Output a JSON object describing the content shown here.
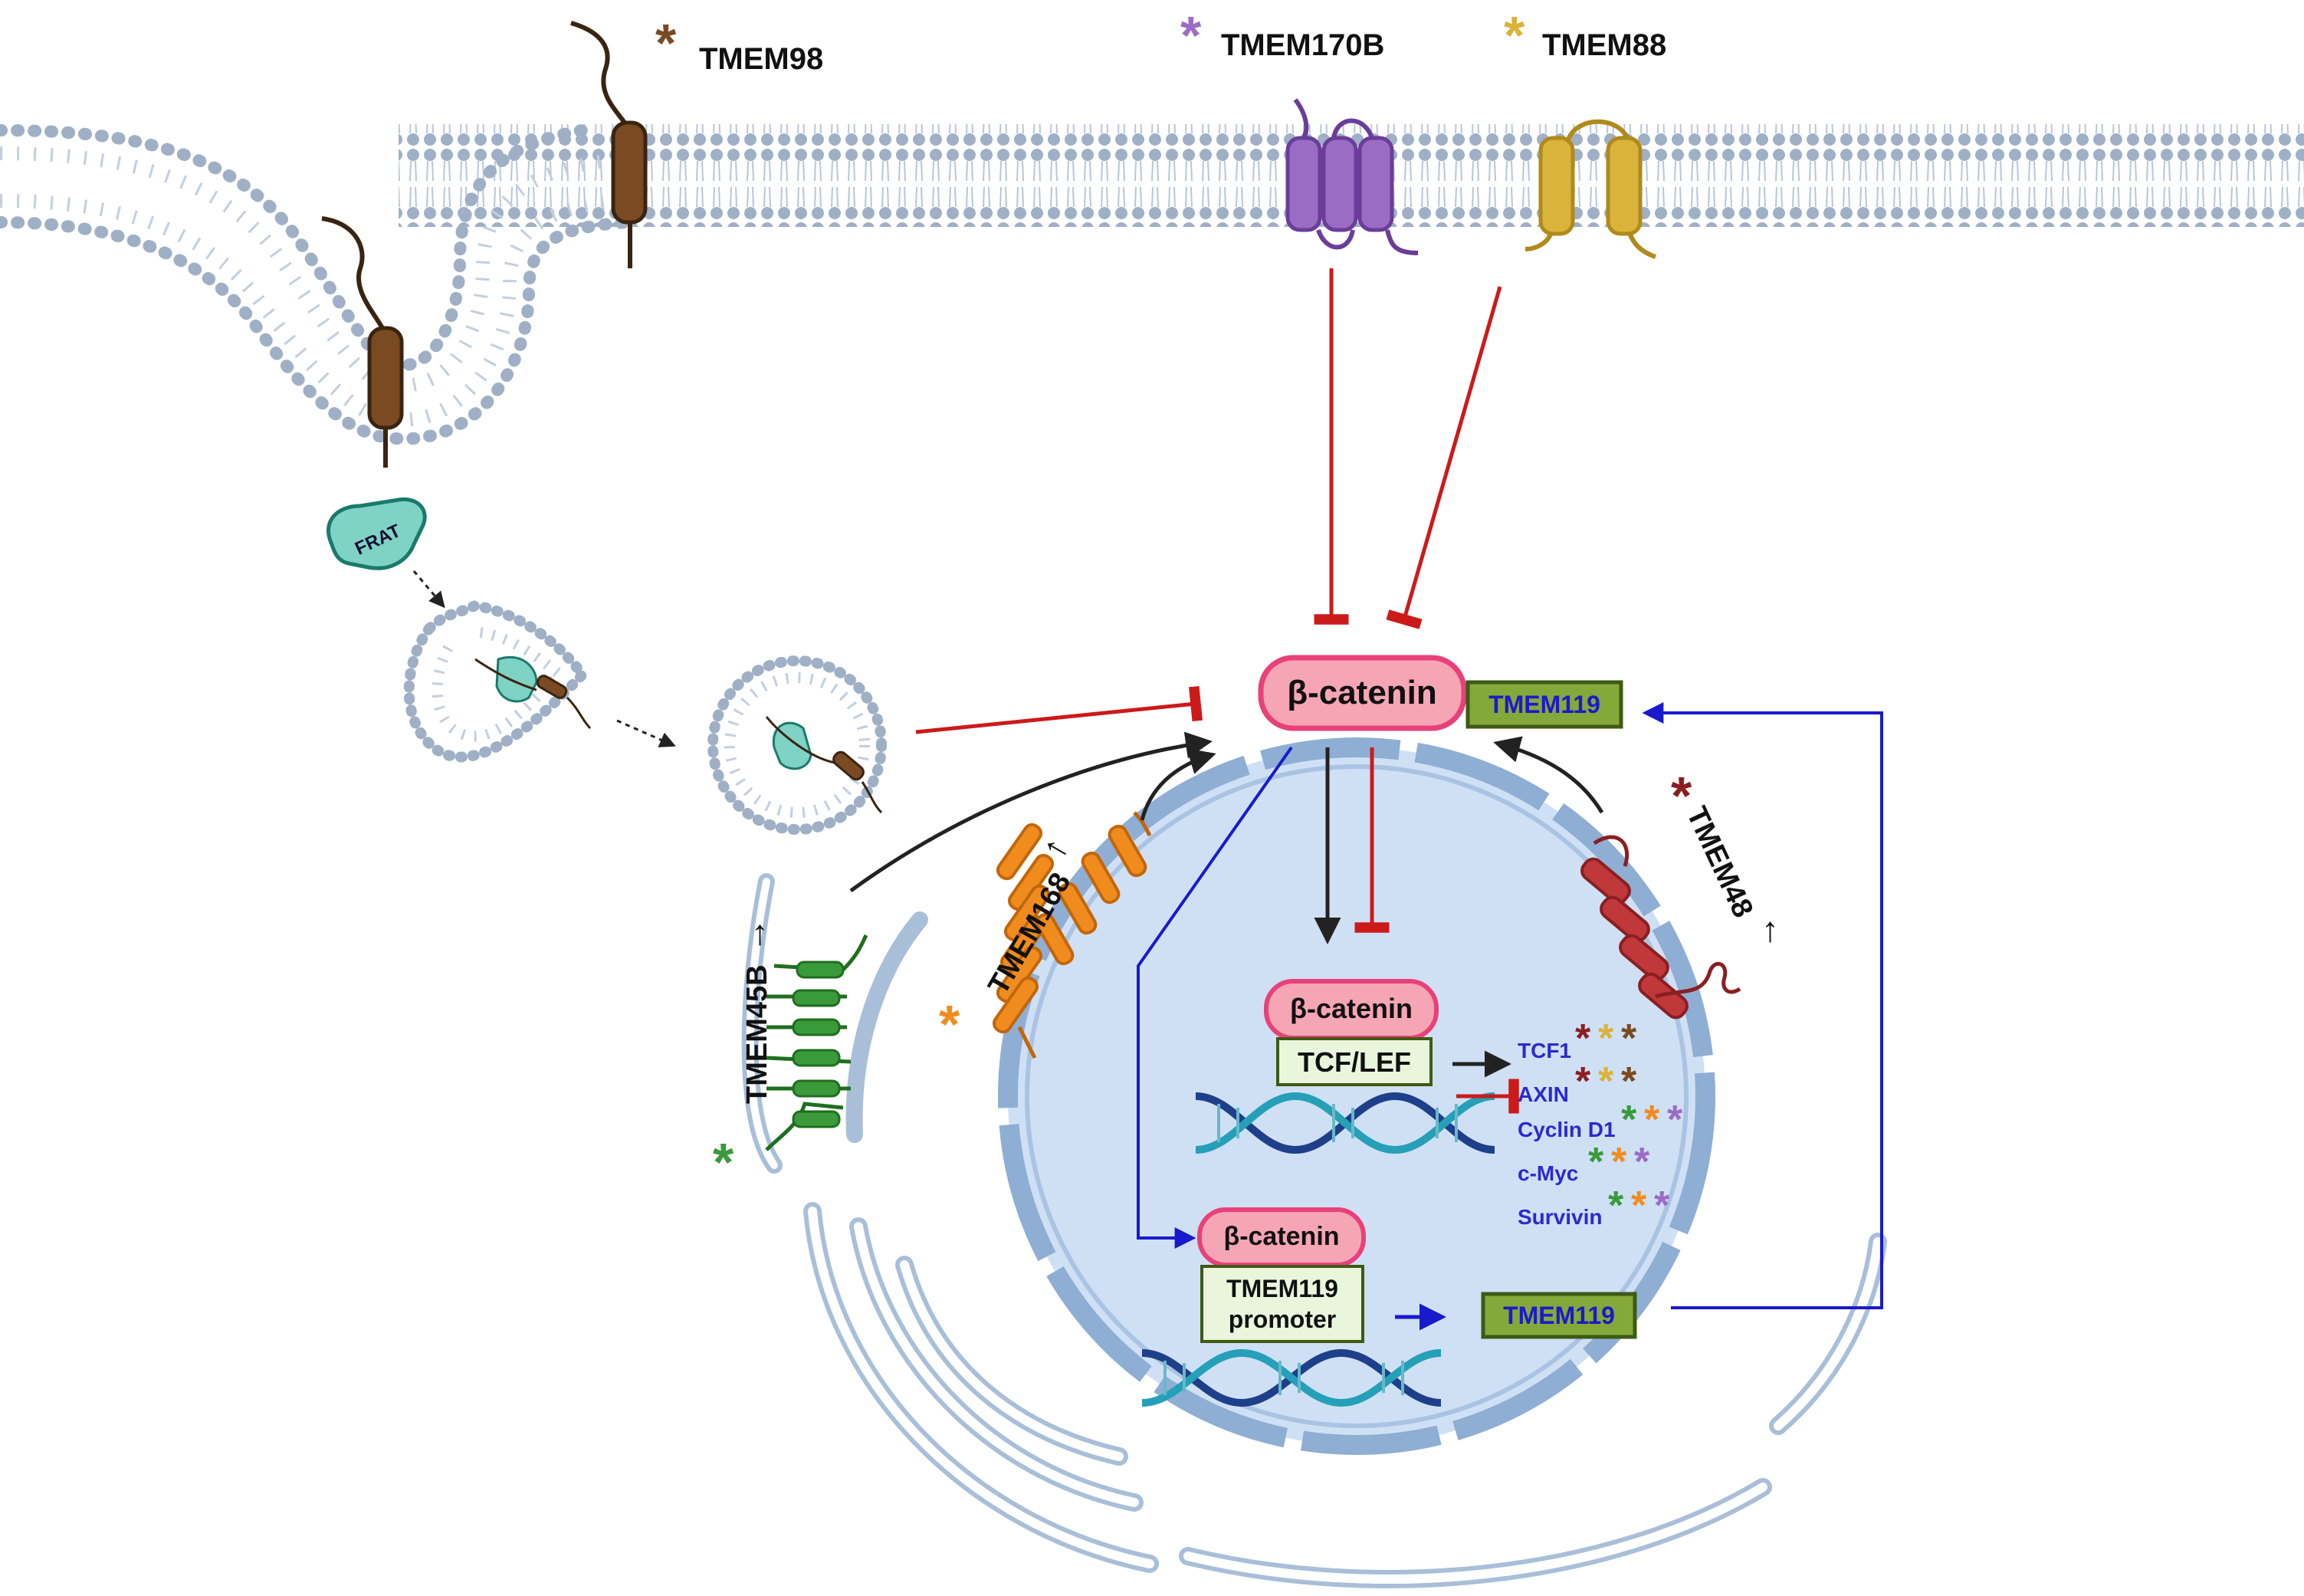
{
  "proteins": {
    "tmem98": "TMEM98",
    "tmem170b": "TMEM170B",
    "tmem88": "TMEM88",
    "tmem168": "TMEM168",
    "tmem45b": "TMEM45B",
    "tmem48": "TMEM48"
  },
  "frat": {
    "label": "FRAT"
  },
  "nodes": {
    "beta_catenin_main": "β-catenin",
    "tmem119_main": "TMEM119",
    "beta_catenin_nuclear": "β-catenin",
    "tcf_lef": "TCF/LEF",
    "beta_catenin_promoter": "β-catenin",
    "tmem119_promoter_line1": "TMEM119",
    "tmem119_promoter_line2": "promoter",
    "tmem119_product": "TMEM119"
  },
  "target_genes": [
    "TCF1",
    "AXIN",
    "Cyclin D1",
    "c-Myc",
    "Survivin"
  ],
  "colors": {
    "tmem98": "#7a4a22",
    "tmem170b": "#9b6cc4",
    "tmem88": "#d9b33a",
    "tmem168": "#f08c1e",
    "tmem45b": "#3a9a3a",
    "tmem48": "#c0383a",
    "inhibit": "#cc1a1a",
    "activate_blue": "#1a1acc"
  }
}
